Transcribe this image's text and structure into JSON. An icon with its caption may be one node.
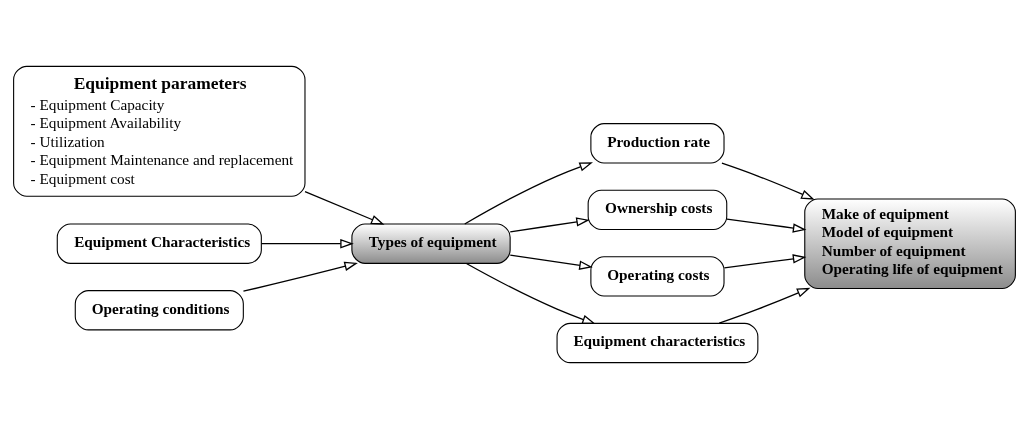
{
  "diagram": {
    "nodes": [
      {
        "text": [
          "Equipment parameters",
          "- Equipment Capacity",
          "- Equipment Availability",
          "- Utilization",
          "- Equipment Maintenance and replacement",
          "- Equipment cost"
        ]
      },
      {
        "text": [
          "Equipment Characteristics"
        ]
      },
      {
        "text": [
          "Operating conditions"
        ]
      },
      {
        "text": [
          "Types of equipment"
        ]
      },
      {
        "text": [
          "Production rate"
        ]
      },
      {
        "text": [
          "Ownership costs"
        ]
      },
      {
        "text": [
          "Operating costs"
        ]
      },
      {
        "text": [
          "Equipment characteristics"
        ]
      },
      {
        "text": [
          "Make of equipment",
          "Model of equipment",
          "Number of equipment",
          "Operating life of equipment"
        ]
      }
    ],
    "edges": [
      {
        "from": 0,
        "to": 3,
        "arrow": "to"
      },
      {
        "from": 1,
        "to": 3,
        "arrow": "to"
      },
      {
        "from": 2,
        "to": 3,
        "arrow": "to"
      },
      {
        "from": 3,
        "to": 4,
        "arrow": "to"
      },
      {
        "from": 3,
        "to": 5,
        "arrow": "to"
      },
      {
        "from": 3,
        "to": 6,
        "arrow": "to"
      },
      {
        "from": 3,
        "to": 7,
        "arrow": "to"
      },
      {
        "from": 4,
        "to": 8,
        "arrow": "to"
      },
      {
        "from": 5,
        "to": 8,
        "arrow": "to"
      },
      {
        "from": 6,
        "to": 8,
        "arrow": "to"
      },
      {
        "from": 7,
        "to": 8,
        "arrow": "to"
      }
    ]
  }
}
